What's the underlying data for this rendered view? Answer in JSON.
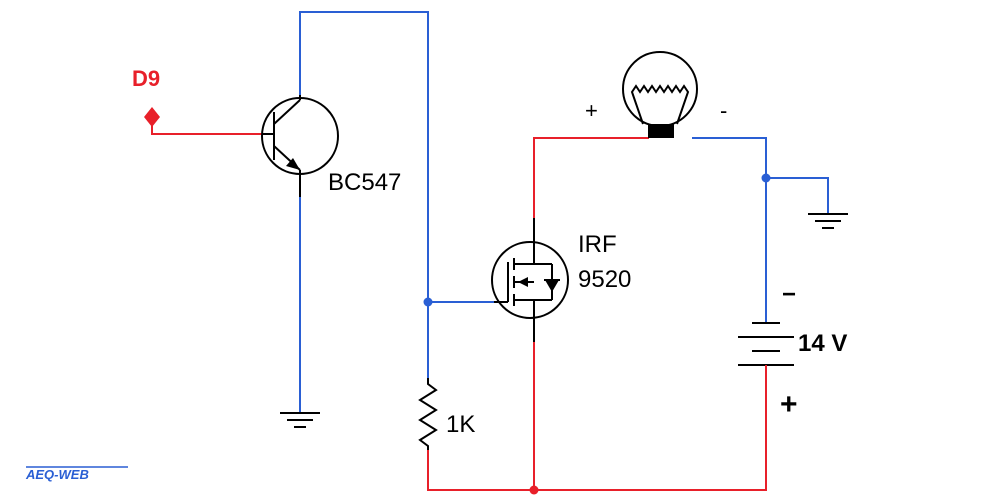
{
  "colors": {
    "positive_wire": "#e8202a",
    "ground_wire": "#2a5fd4",
    "junction": "#2a5fd4",
    "junction_positive": "#e8202a",
    "net_label": "#e8202a",
    "watermark": "#2a5fd4",
    "symbol": "#000000"
  },
  "labels": {
    "net_input": "D9",
    "transistor": "BC547",
    "mosfet_line1": "IRF",
    "mosfet_line2": "9520",
    "resistor": "1K",
    "battery_voltage": "14 V",
    "lamp_plus": "+",
    "lamp_minus": "-",
    "battery_minus": "−",
    "battery_plus": "+"
  },
  "watermark": "AEQ-WEB",
  "icons": {
    "input_marker": "diamond-net-icon",
    "ground": "ground-icon",
    "lamp": "lamp-icon",
    "battery": "battery-icon",
    "resistor": "resistor-icon",
    "transistor": "npn-transistor-icon",
    "mosfet": "p-mosfet-icon"
  }
}
